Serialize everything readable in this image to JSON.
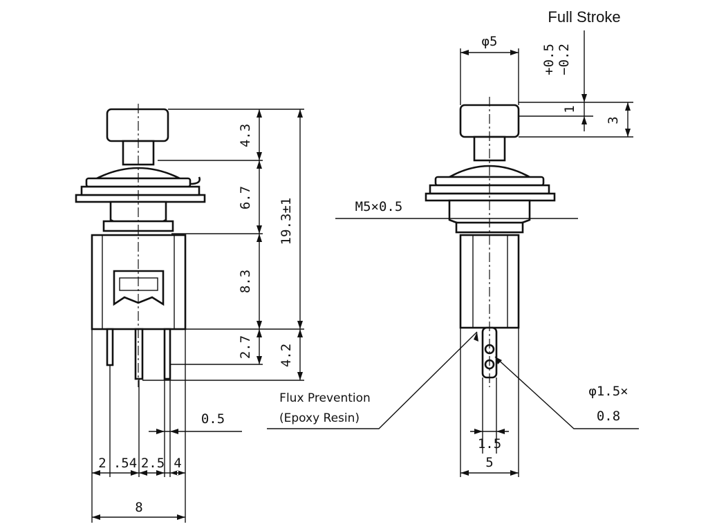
{
  "dimensions": {
    "cap_height": "4.3",
    "bushing_height": "6.7",
    "body_height": "8.3",
    "terminal_offset": "2.7",
    "terminal_length": "4.2",
    "overall_height": "19.3±1",
    "terminal_width": "0.5",
    "pitch_a": "2",
    "pitch_b": ".54",
    "pitch_c": "2.5",
    "pitch_d": "4",
    "overall_width": "8",
    "cap_diameter": "φ5",
    "full_stroke_label": "Full Stroke",
    "stroke_tol_plus": "+0.5",
    "stroke_tol_minus": "−0.2",
    "stroke": "1",
    "cap_travel": "3",
    "thread": "M5×0.5",
    "hole_dia": "φ1.5×",
    "hole_dia_2": "0.8",
    "terminal_gap": "1.5",
    "body_width": "5"
  },
  "notes": {
    "flux_line1": "Flux Prevention",
    "flux_line2": "(Epoxy Resin)"
  }
}
